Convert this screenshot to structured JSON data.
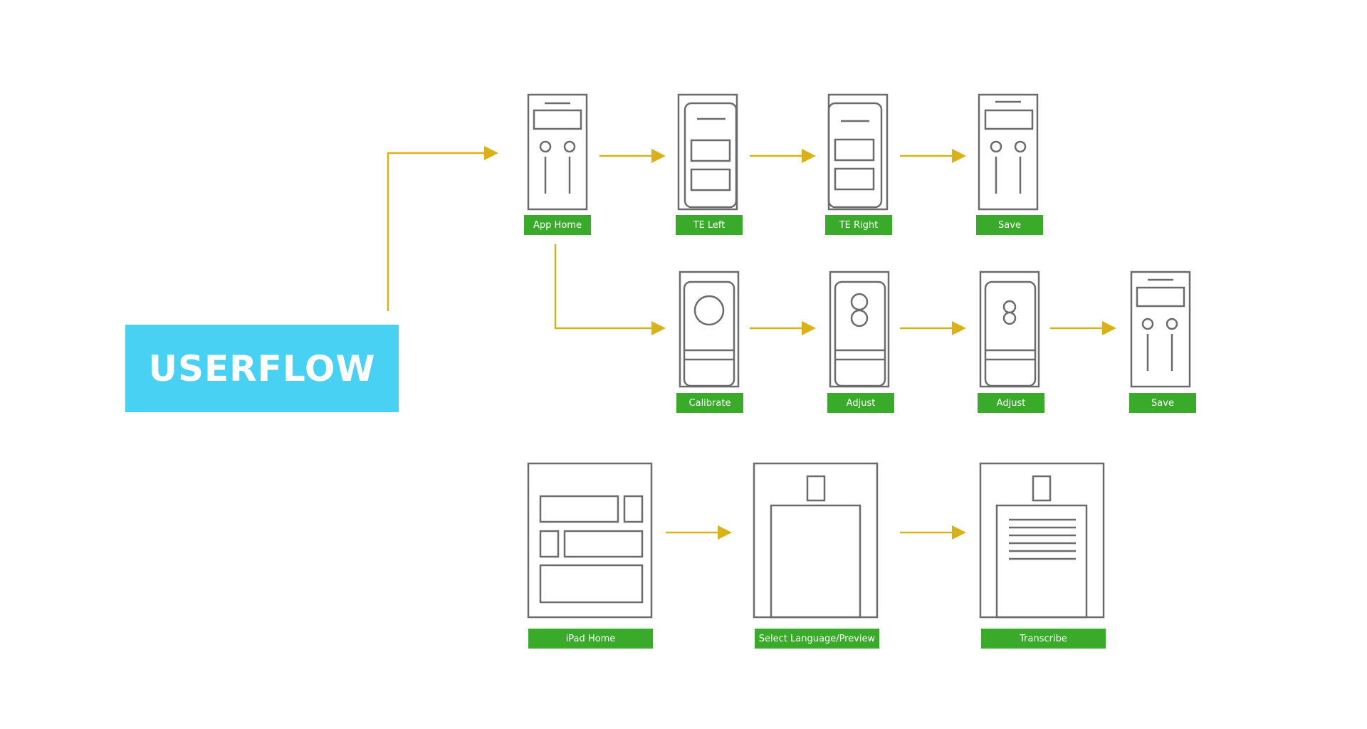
{
  "title": "USERFLOW",
  "colors": {
    "title_box": "#48d1f2",
    "label_bg": "#3aaa2b",
    "arrow": "#dbb119",
    "wireframe_stroke": "#6b6b6b"
  },
  "flows": {
    "phone_row_1": [
      "App Home",
      "TE Left",
      "TE Right",
      "Save"
    ],
    "phone_row_2": [
      "Calibrate",
      "Adjust",
      "Adjust",
      "Save"
    ],
    "ipad_row": [
      "iPad Home",
      "Select Language/Preview",
      "Transcribe"
    ]
  }
}
